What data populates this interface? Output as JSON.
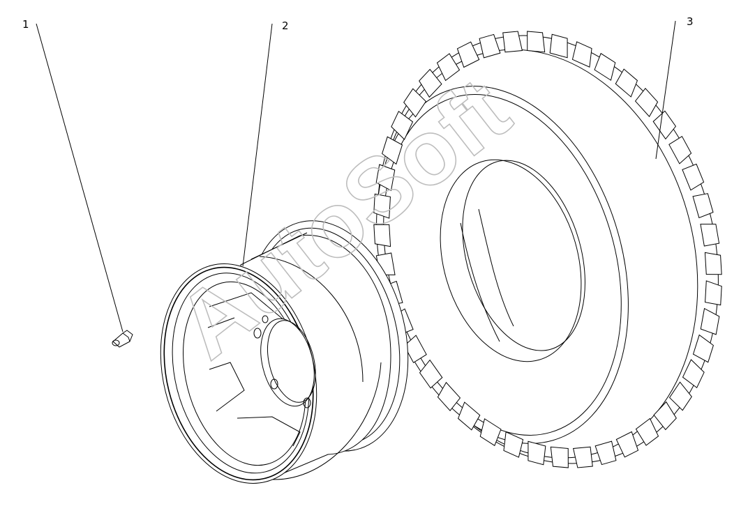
{
  "callouts": {
    "valve": "1",
    "rim": "2",
    "tire": "3"
  },
  "watermark": "AutoSoft",
  "colors": {
    "line": "#000000",
    "watermark": "#bdbdbd",
    "background": "#ffffff"
  }
}
